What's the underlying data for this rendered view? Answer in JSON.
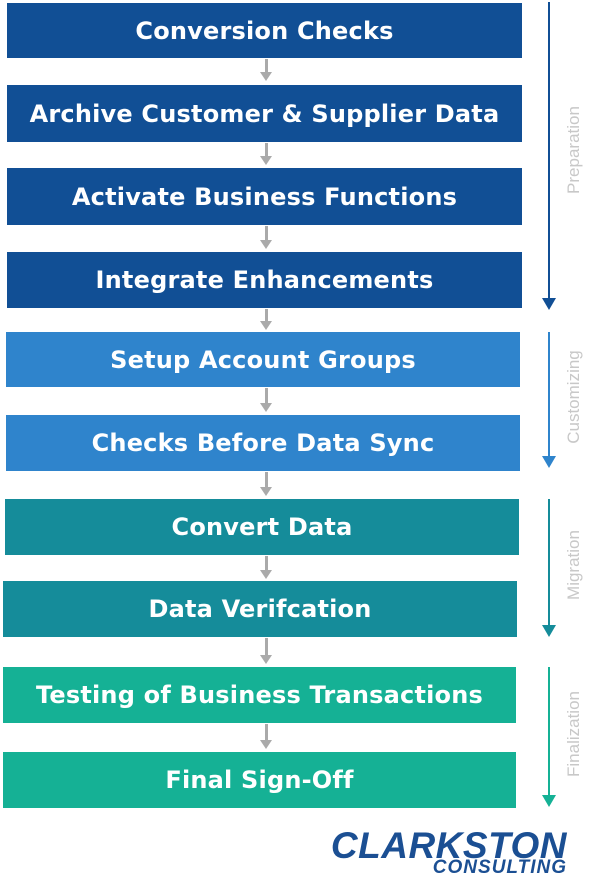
{
  "steps": [
    {
      "label": "Conversion Checks",
      "color": "#114f95"
    },
    {
      "label": "Archive Customer & Supplier Data",
      "color": "#114f95"
    },
    {
      "label": "Activate Business Functions",
      "color": "#114f95"
    },
    {
      "label": "Integrate Enhancements",
      "color": "#114f95"
    },
    {
      "label": "Setup Account Groups",
      "color": "#2f84cc"
    },
    {
      "label": "Checks Before Data Sync",
      "color": "#2f84cc"
    },
    {
      "label": "Convert Data",
      "color": "#158c9a"
    },
    {
      "label": "Data Verifcation",
      "color": "#158c9a"
    },
    {
      "label": "Testing of Business Transactions",
      "color": "#15b195"
    },
    {
      "label": "Final Sign-Off",
      "color": "#15b195"
    }
  ],
  "phases": [
    {
      "label": "Preparation",
      "color": "#114f95"
    },
    {
      "label": "Customizing",
      "color": "#2f84cc"
    },
    {
      "label": "Migration",
      "color": "#158c9a"
    },
    {
      "label": "Finalization",
      "color": "#15b195"
    }
  ],
  "logo": {
    "line1": "CLARKSTON",
    "line2": "CONSULTING",
    "color": "#1b4f93"
  }
}
